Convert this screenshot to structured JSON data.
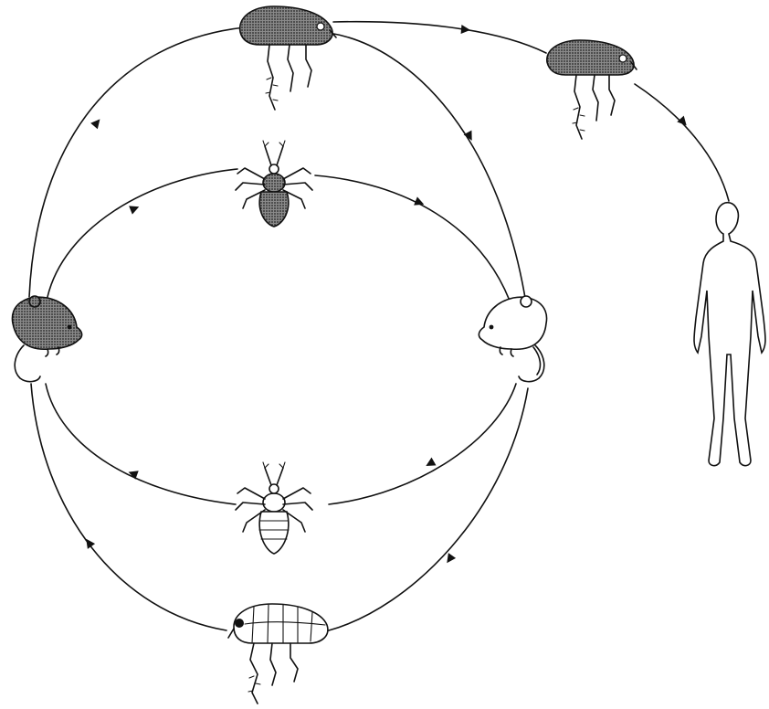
{
  "diagram": {
    "nodes": [
      {
        "id": "rat-infected",
        "icon": "dark-rat-icon"
      },
      {
        "id": "rat-healthy",
        "icon": "white-rat-icon"
      },
      {
        "id": "flea-infected-top",
        "icon": "dark-flea-icon"
      },
      {
        "id": "flea-infected-right",
        "icon": "dark-flea-icon"
      },
      {
        "id": "flea-uninfected-bottom",
        "icon": "white-flea-icon"
      },
      {
        "id": "louse-infected",
        "icon": "dark-louse-icon"
      },
      {
        "id": "louse-uninfected",
        "icon": "white-louse-icon"
      },
      {
        "id": "human",
        "icon": "human-figure-icon"
      }
    ],
    "edges": [
      {
        "from": "rat-infected",
        "to": "flea-infected-top",
        "via": "outer-upper-arc"
      },
      {
        "from": "flea-infected-top",
        "to": "rat-healthy",
        "via": "outer-upper-arc"
      },
      {
        "from": "rat-infected",
        "to": "louse-infected",
        "via": "inner-upper-arc"
      },
      {
        "from": "louse-infected",
        "to": "rat-healthy",
        "via": "inner-upper-arc"
      },
      {
        "from": "rat-healthy",
        "to": "louse-uninfected",
        "via": "inner-lower-arc"
      },
      {
        "from": "louse-uninfected",
        "to": "rat-infected",
        "via": "inner-lower-arc"
      },
      {
        "from": "rat-healthy",
        "to": "flea-uninfected-bottom",
        "via": "outer-lower-arc"
      },
      {
        "from": "flea-uninfected-bottom",
        "to": "rat-infected",
        "via": "outer-lower-arc"
      },
      {
        "from": "flea-infected-top",
        "to": "flea-infected-right",
        "via": "top-right-arc"
      },
      {
        "from": "flea-infected-right",
        "to": "human",
        "via": "right-descending-arc"
      }
    ],
    "colors": {
      "ink": "#111111",
      "infected_fill": "#6e6e6e",
      "uninfected_fill": "#ffffff",
      "background": "#ffffff"
    }
  }
}
